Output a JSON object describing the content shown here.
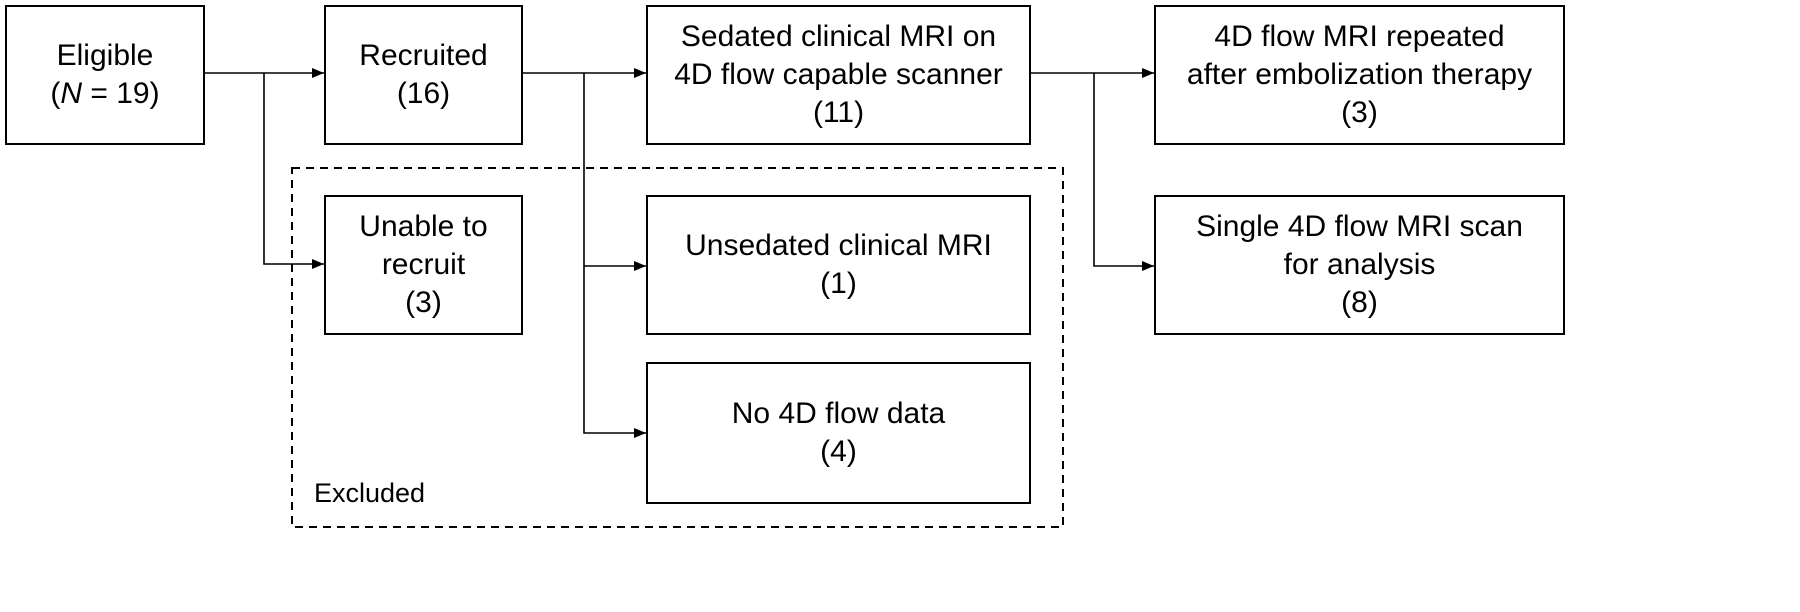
{
  "boxes": {
    "eligible": {
      "label": "Eligible",
      "count_prefix": "(",
      "count_var": "N",
      "count_rest": " = 19)"
    },
    "recruited": {
      "label": "Recruited",
      "count": "(16)"
    },
    "sedated": {
      "line1": "Sedated clinical MRI on",
      "line2": "4D flow capable scanner",
      "count": "(11)"
    },
    "repeated": {
      "line1": "4D flow MRI repeated",
      "line2": "after embolization therapy",
      "count": "(3)"
    },
    "unable": {
      "line1": "Unable to",
      "line2": "recruit",
      "count": "(3)"
    },
    "unsedated": {
      "label": "Unsedated clinical MRI",
      "count": "(1)"
    },
    "no4d": {
      "label": "No 4D flow data",
      "count": "(4)"
    },
    "single": {
      "line1": "Single 4D flow MRI scan",
      "line2": "for analysis",
      "count": "(8)"
    }
  },
  "excluded_group": {
    "label": "Excluded"
  },
  "colors": {
    "stroke": "#000000",
    "background": "#ffffff"
  }
}
